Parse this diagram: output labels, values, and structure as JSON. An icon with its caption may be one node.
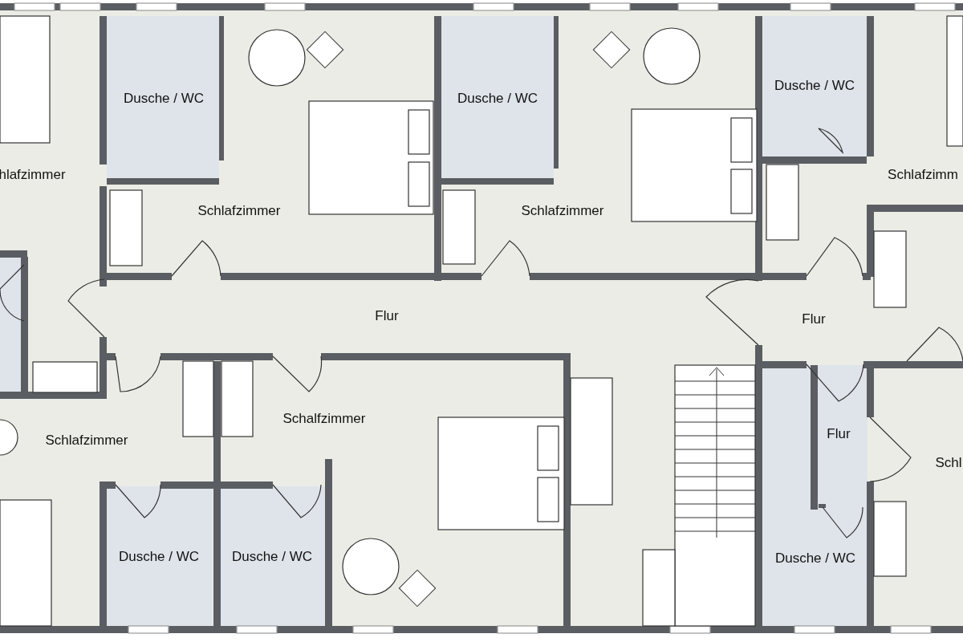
{
  "diagram": {
    "labels": [
      "Dusche / WC",
      "Dusche / WC",
      "Dusche / WC",
      "hlafzimmer",
      "Schlafzimm",
      "Schlafzimmer",
      "Schlafzimmer",
      "Flur",
      "Flur",
      "Schalfzimmer",
      "Flur",
      "Schlafzimmer",
      "Schl",
      "Dusche / WC",
      "Dusche / WC",
      "Dusche / WC"
    ]
  }
}
